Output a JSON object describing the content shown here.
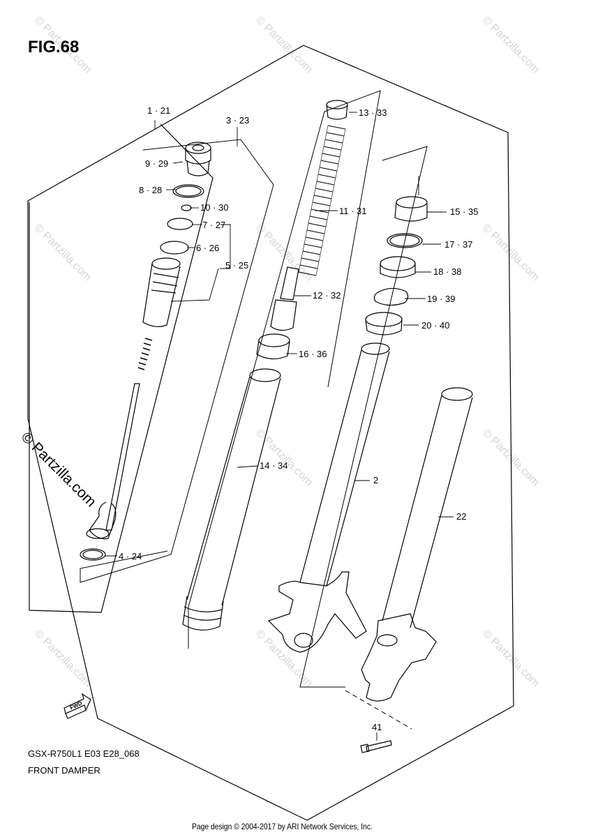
{
  "figure": {
    "title": "FIG.68"
  },
  "callouts": {
    "c1": "1 · 21",
    "c3": "3 · 23",
    "c9": "9 · 29",
    "c8": "8 · 28",
    "c10": "10 · 30",
    "c7": "7 · 27",
    "c6": "6 · 26",
    "c5": "5 · 25",
    "c4": "4 · 24",
    "c13": "13 · 33",
    "c11": "11 · 31",
    "c12": "12 · 32",
    "c16": "16 · 36",
    "c14": "14 · 34",
    "c15": "15 · 35",
    "c17": "17 · 37",
    "c18": "18 · 38",
    "c19": "19 · 39",
    "c20": "20 · 40",
    "c2": "2",
    "c22": "22",
    "c41": "41"
  },
  "fwd_arrow": {
    "label": "FWD"
  },
  "watermark": {
    "text": "© Partzilla.com"
  },
  "footer": {
    "model": "GSX-R750L1 E03 E28_068",
    "caption": "FRONT DAMPER",
    "credit": "Page design © 2004-2017 by ARI Network Services, Inc."
  }
}
